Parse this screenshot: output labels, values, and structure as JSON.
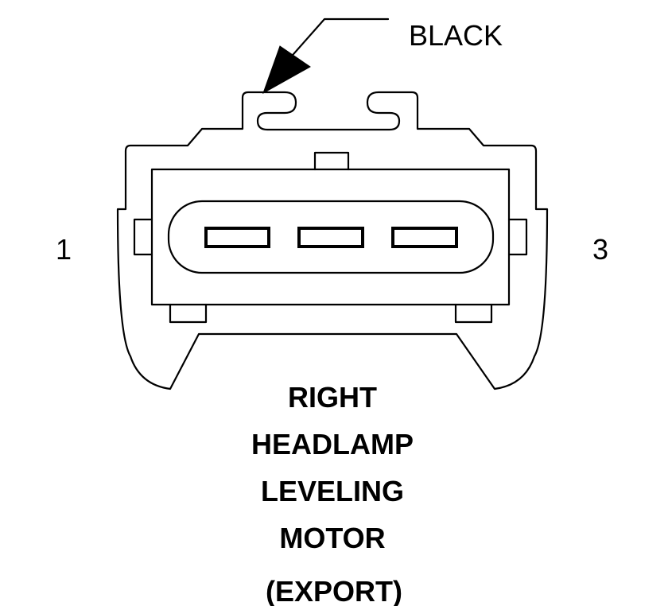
{
  "wire_color_label": "BLACK",
  "pin_labels": {
    "left": "1",
    "right": "3"
  },
  "title_lines": [
    "RIGHT",
    "HEADLAMP",
    "LEVELING",
    "MOTOR",
    "(EXPORT)"
  ],
  "colors": {
    "line": "#000000",
    "background": "#ffffff"
  }
}
